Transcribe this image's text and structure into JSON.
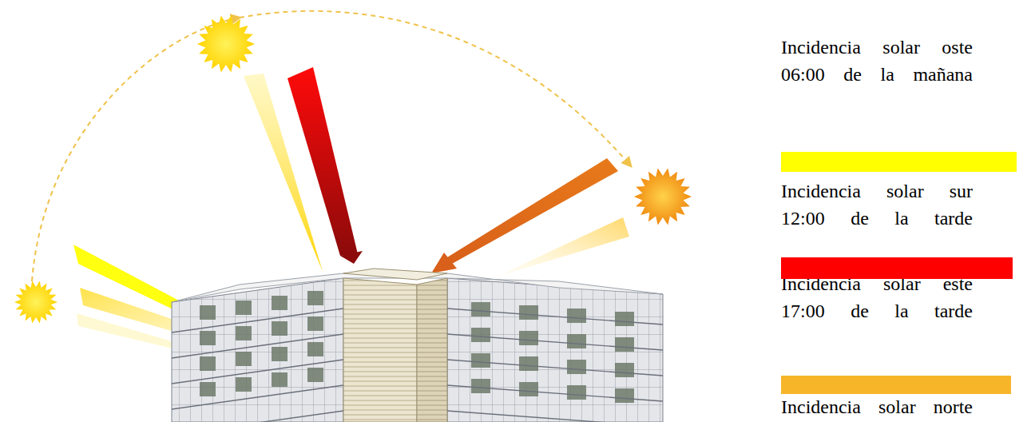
{
  "diagram": {
    "labels": [
      "Incidencia solar norte"
    ],
    "legend": [
      {
        "text": "Incidencia solar oste 06:00 de la mañana",
        "color": "#ffff00"
      },
      {
        "text": "Incidencia solar sur 12:00 de la tarde",
        "color": "#ff0000"
      },
      {
        "text": "Incidencia solar este 17:00 de la tarde",
        "color": "#f7b52a"
      }
    ]
  }
}
